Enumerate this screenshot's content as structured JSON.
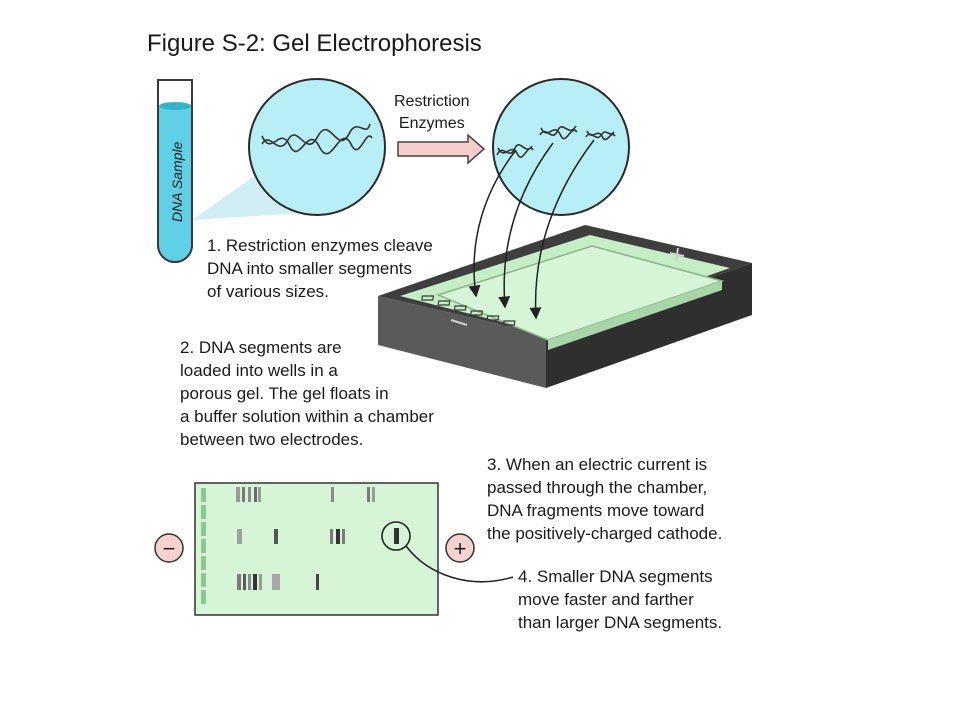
{
  "title": "Figure S-2: Gel Electrophoresis",
  "tube_label": "DNA Sample",
  "arrow_label": [
    "Restriction",
    "Enzymes"
  ],
  "electrode_negative": "−",
  "electrode_positive": "+",
  "steps": {
    "step1": [
      "1. Restriction enzymes cleave",
      "DNA into smaller segments",
      "of various sizes."
    ],
    "step2": [
      "2. DNA segments are",
      "loaded into wells in a",
      "porous gel.  The gel floats in",
      "a buffer solution within a chamber",
      "between two electrodes."
    ],
    "step3": [
      "3. When an electric current is",
      "passed through the chamber,",
      "DNA fragments move toward",
      "the positively-charged cathode."
    ],
    "step4": [
      "4. Smaller DNA segments",
      "move faster and farther",
      "than larger DNA segments."
    ]
  },
  "colors": {
    "sample_fill": "#5fd0e6",
    "circle_fill": "#b8eef5",
    "gel_fill": "#d6f5d6",
    "chamber_dark": "#555555",
    "arrow_fill": "#f6cccc",
    "electrode_fill": "#f7d3cf"
  }
}
